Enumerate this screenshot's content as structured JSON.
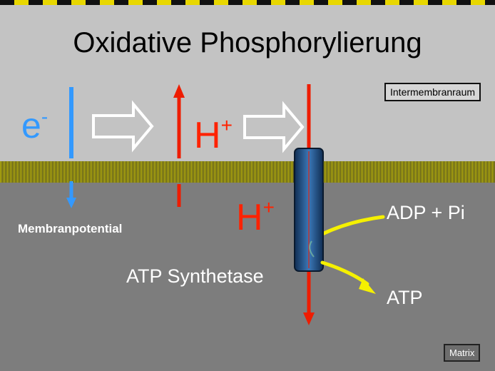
{
  "title": "Oxidative Phosphorylierung",
  "regions": {
    "intermembrane_label": "Intermembranraum",
    "matrix_label": "Matrix"
  },
  "electron": {
    "symbol": "e",
    "charge": "-"
  },
  "protons": {
    "upper_symbol": "H",
    "upper_charge": "+",
    "lower_symbol": "H",
    "lower_charge": "+"
  },
  "labels": {
    "membrane_potential": "Membranpotential",
    "atp_synthetase": "ATP Synthetase",
    "adp_pi": "ADP + Pi",
    "atp": "ATP"
  },
  "colors": {
    "intermembrane": "#c3c3c3",
    "matrix": "#7d7d7d",
    "membrane": "#d9d000",
    "electron": "#3399ff",
    "proton": "#ff2200",
    "synthase": "#1f4f80",
    "substrate_arrow": "#f5f000"
  }
}
